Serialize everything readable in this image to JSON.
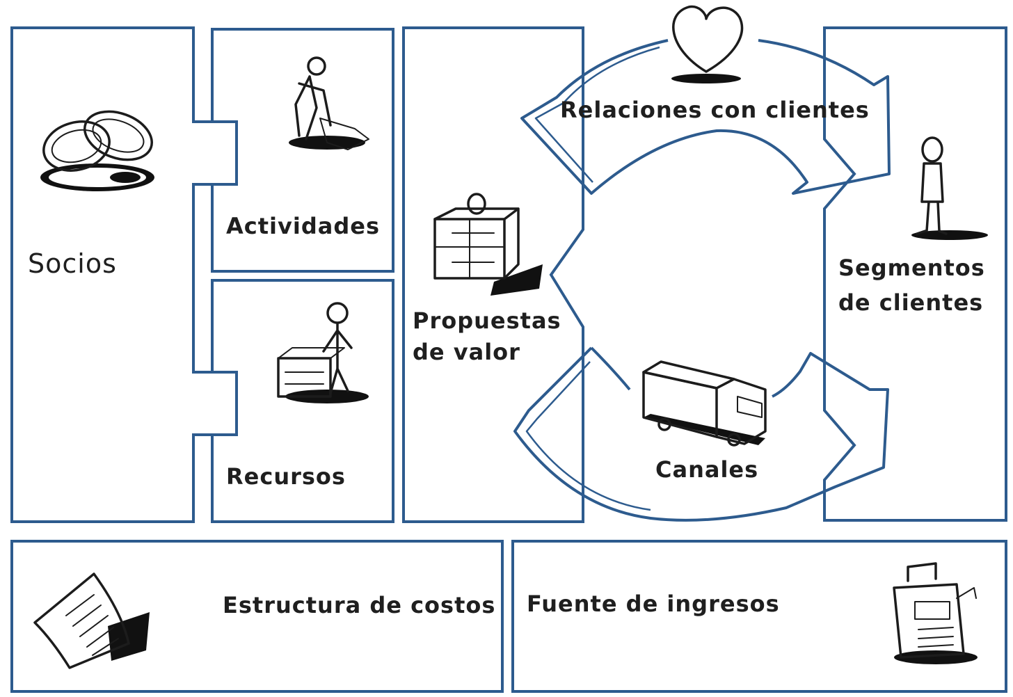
{
  "blocks": {
    "socios": "Socios",
    "actividades": "Actividades",
    "recursos": "Recursos",
    "propuestas": [
      "Propuestas",
      "de valor"
    ],
    "relaciones": "Relaciones con clientes",
    "canales": "Canales",
    "segmentos": [
      "Segmentos",
      "de clientes"
    ],
    "costos": "Estructura de costos",
    "ingresos": "Fuente de ingresos"
  },
  "colors": {
    "border": "#2d5b8e",
    "text": "#1f1f1f"
  },
  "icons": [
    "rings-icon",
    "digging-person-icon",
    "person-with-boxes-icon",
    "gift-box-icon",
    "heart-icon",
    "customer-person-icon",
    "truck-icon",
    "invoice-document-icon",
    "cash-register-icon"
  ]
}
